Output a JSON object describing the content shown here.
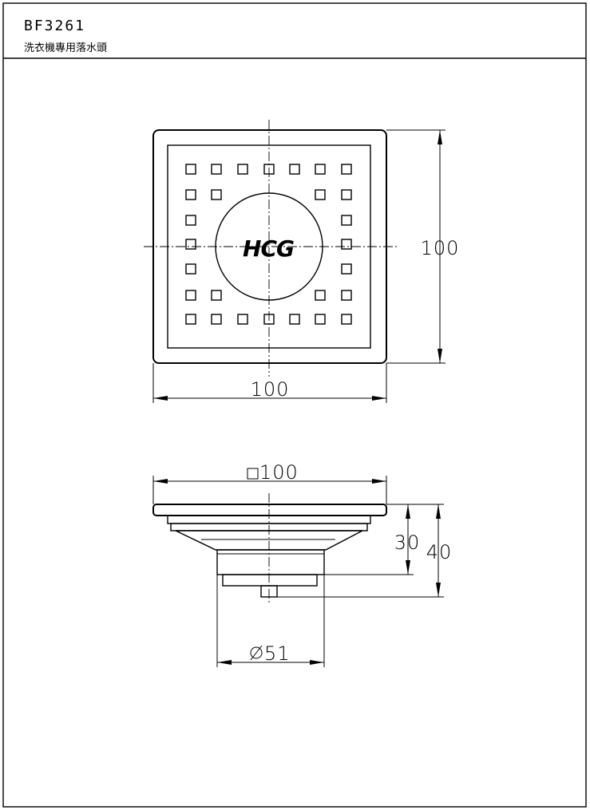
{
  "title_block": {
    "model": "BF3261",
    "description": "洗衣機專用落水頭"
  },
  "top_view": {
    "logo": "HCG",
    "width_dim": "100",
    "height_dim": "100"
  },
  "side_view": {
    "square_dim": "100",
    "outlet_diameter_dim": "51",
    "body_height_dim": "30",
    "total_height_dim": "40"
  }
}
